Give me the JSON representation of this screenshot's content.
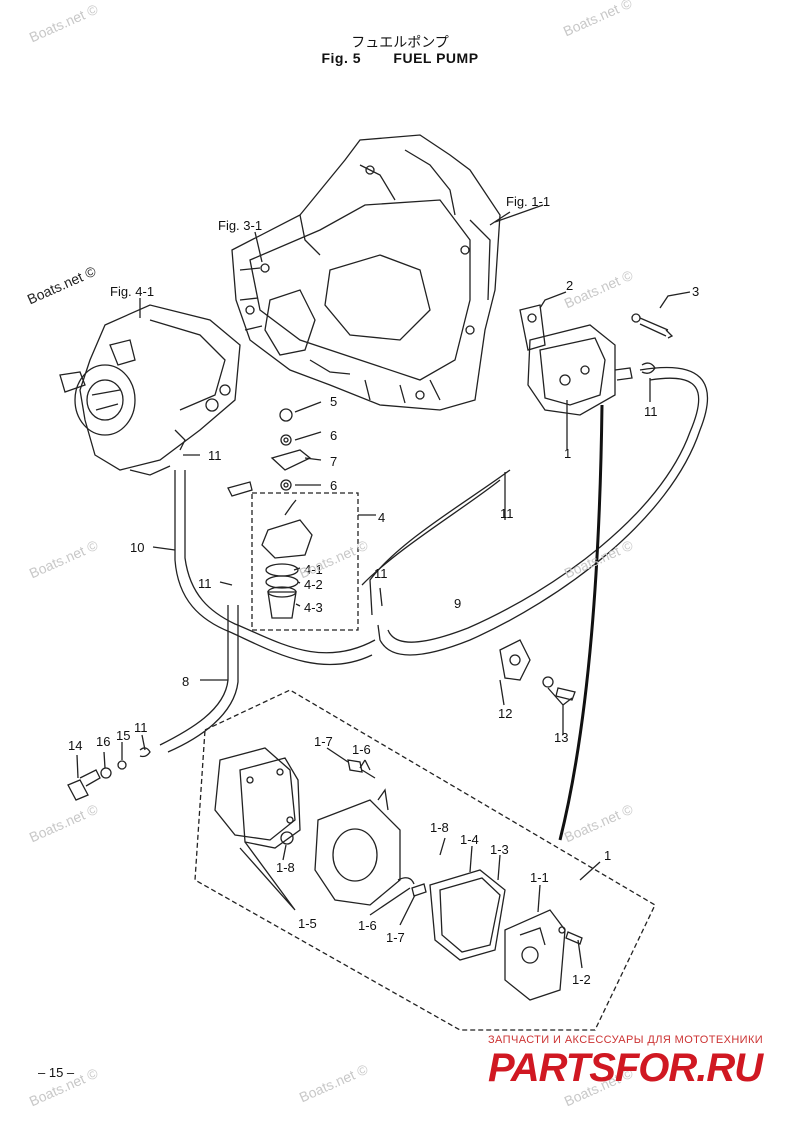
{
  "title": {
    "ja": "フュエルポンプ",
    "fig": "Fig. 5",
    "name": "FUEL PUMP"
  },
  "watermark": "Boats.net ©",
  "figure_refs": {
    "fig_1_1": "Fig. 1-1",
    "fig_3_1": "Fig. 3-1",
    "fig_4_1": "Fig. 4-1"
  },
  "callouts": {
    "c1a": "1",
    "c1b": "1",
    "c1_1": "1-1",
    "c1_2": "1-2",
    "c1_3": "1-3",
    "c1_4": "1-4",
    "c1_5": "1-5",
    "c1_6a": "1-6",
    "c1_6b": "1-6",
    "c1_7a": "1-7",
    "c1_7b": "1-7",
    "c1_8a": "1-8",
    "c1_8b": "1-8",
    "c2": "2",
    "c3": "3",
    "c4": "4",
    "c4_1": "4-1",
    "c4_2": "4-2",
    "c4_3": "4-3",
    "c5": "5",
    "c6a": "6",
    "c6b": "6",
    "c7": "7",
    "c8": "8",
    "c9": "9",
    "c10": "10",
    "c11a": "11",
    "c11b": "11",
    "c11c": "11",
    "c11d": "11",
    "c11e": "11",
    "c11f": "11",
    "c12": "12",
    "c13": "13",
    "c14": "14",
    "c15": "15",
    "c16": "16"
  },
  "page_number": "– 15 –",
  "brand": {
    "tagline": "ЗАПЧАСТИ И АКСЕССУАРЫ ДЛЯ МОТОТЕХНИКИ",
    "logo": "PARTSFOR.RU"
  }
}
